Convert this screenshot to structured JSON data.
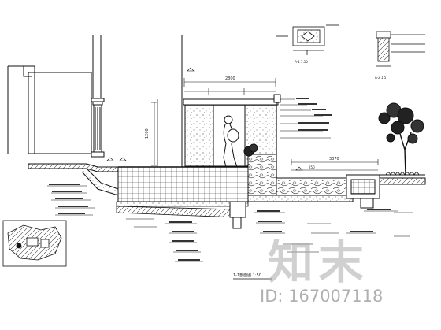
{
  "watermark": {
    "logo_text": "知末",
    "id_label": "ID: 167007118"
  },
  "labels": {
    "section_title": "1-1剖面图 1:50",
    "detail_a_scale": "A-1  1:10",
    "detail_b_scale": "A-2  1:5",
    "dim_top_total": "2800",
    "dim_overall_right": "3370",
    "dim_right_small": "250",
    "dim_vertical": "1200"
  },
  "colors": {
    "line": "#111111",
    "paper": "#ffffff",
    "watermark": "#aaaaaa"
  }
}
